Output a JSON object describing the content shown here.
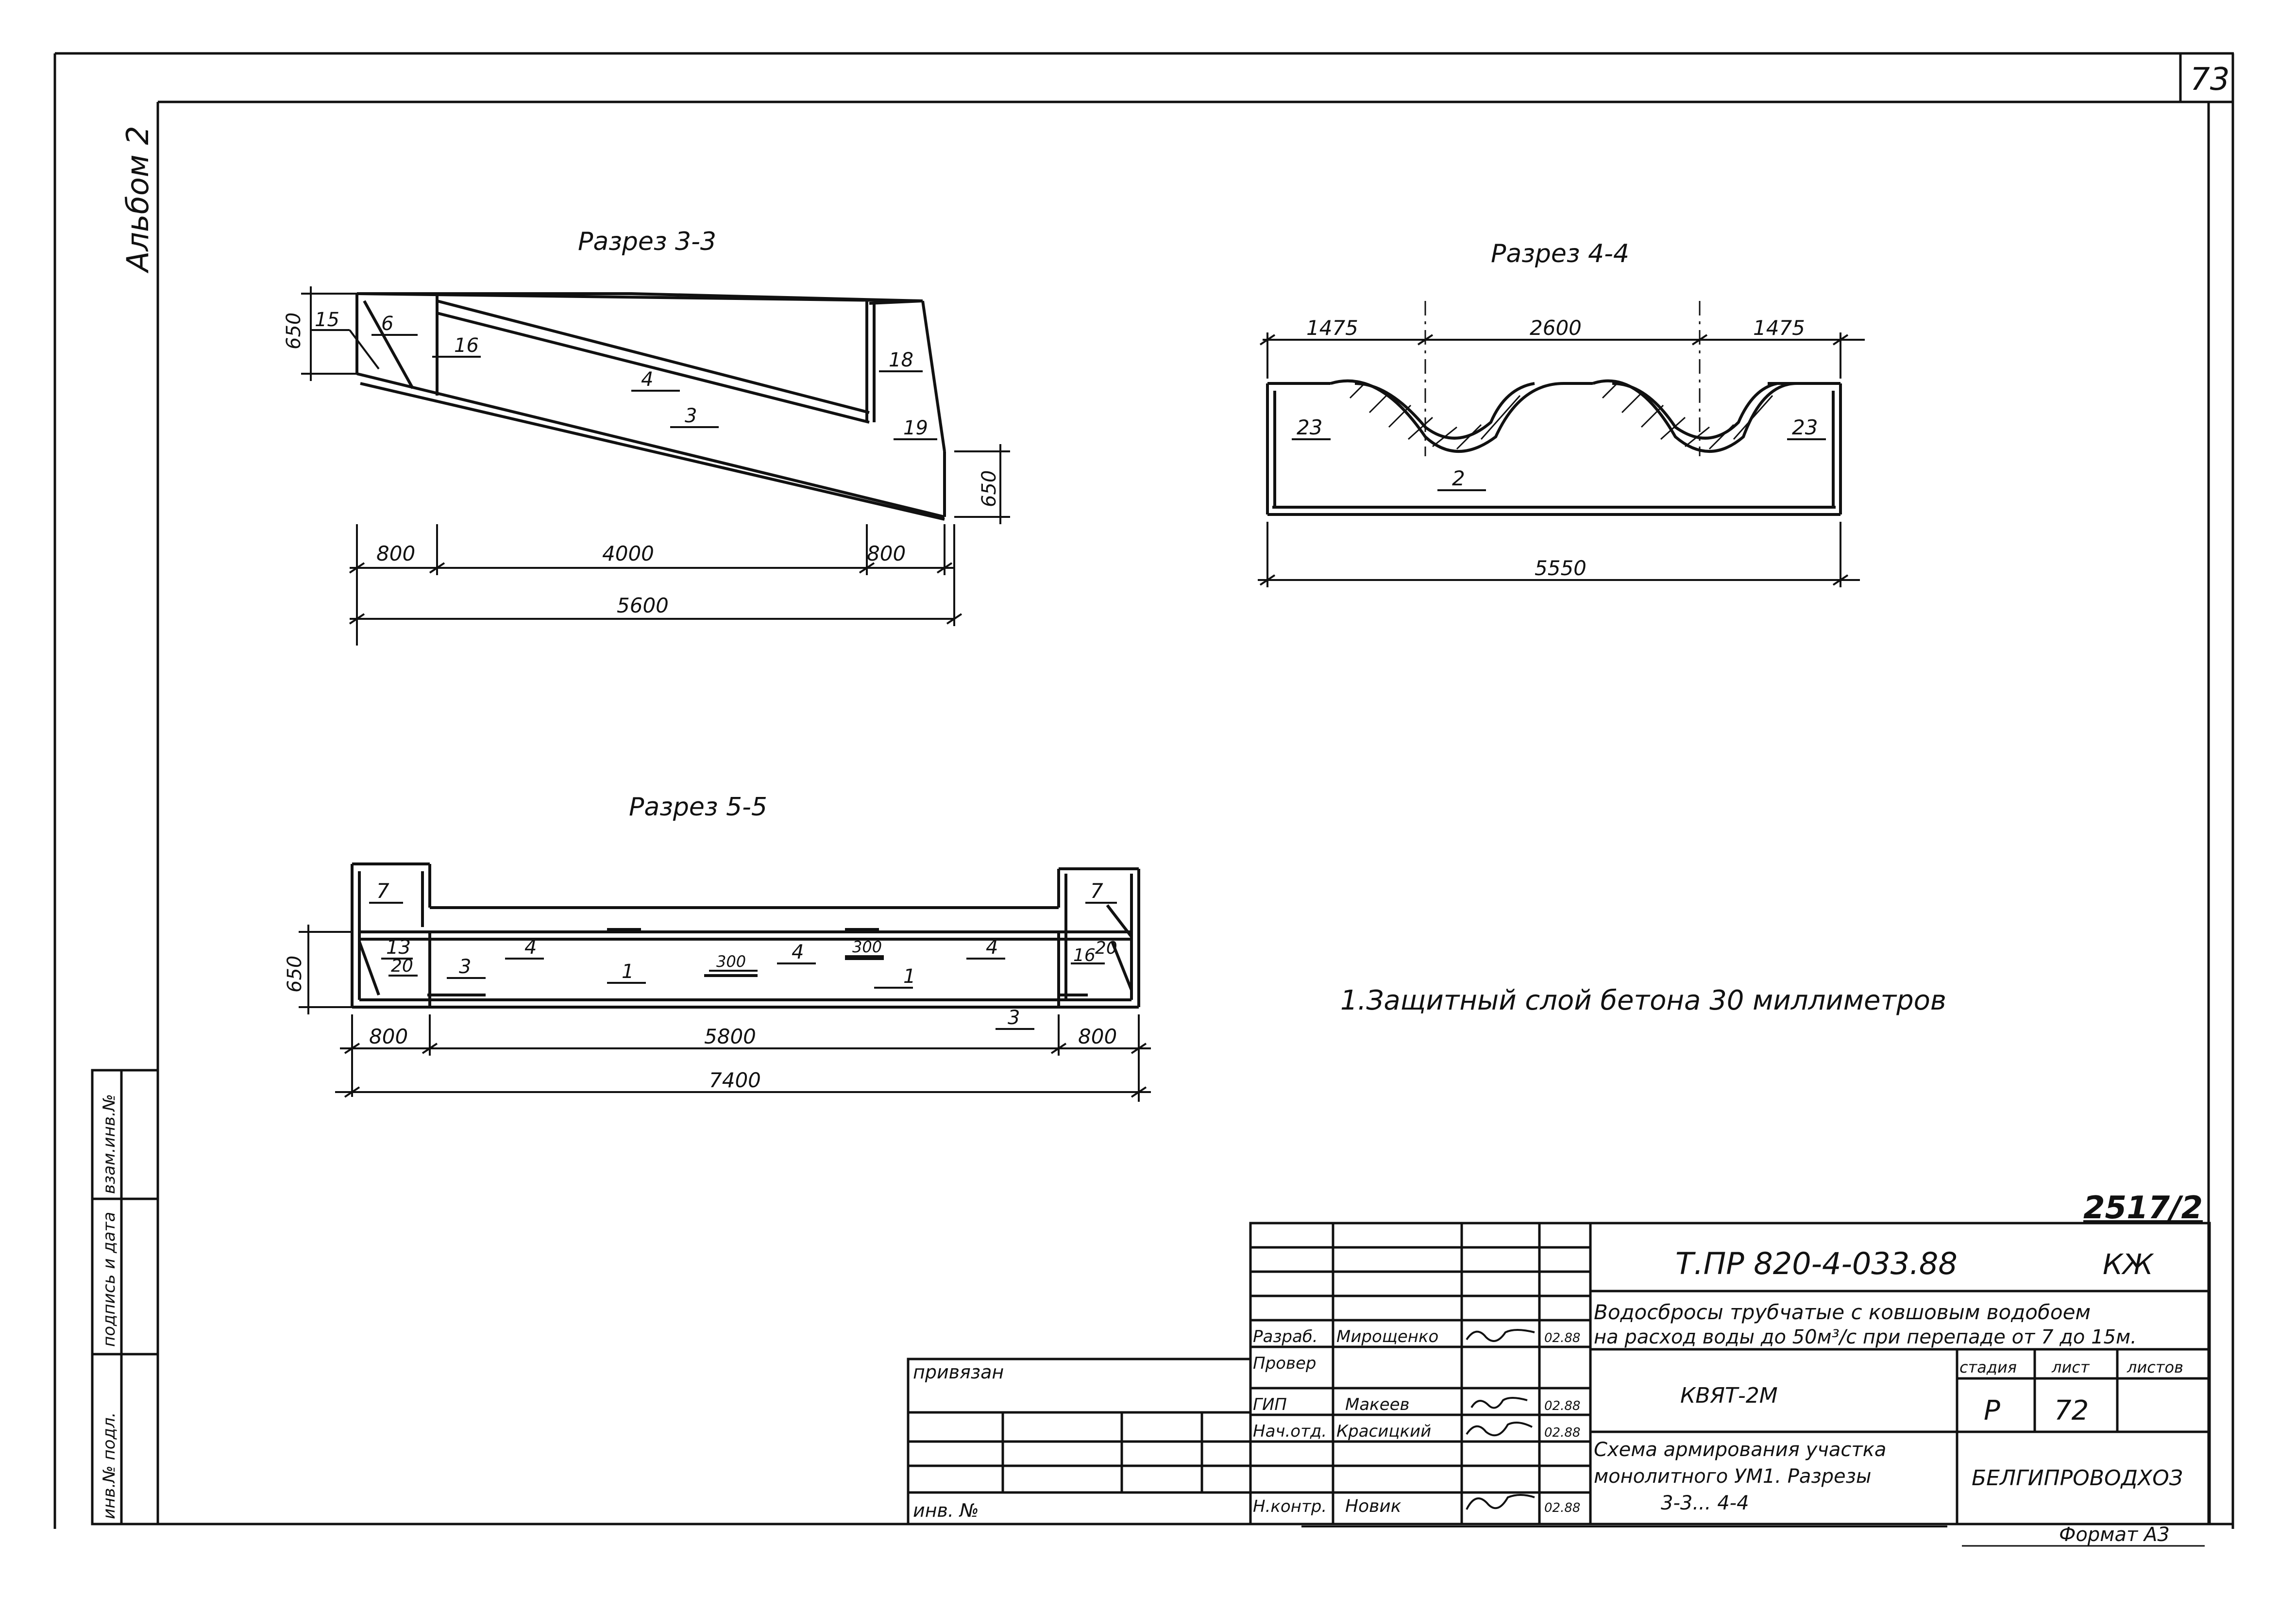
{
  "sheet_corner_number": "73",
  "side_album_label": "Альбом 2",
  "sections": {
    "s33": {
      "title": "Разрез 3-3",
      "dims": {
        "left_height": "650",
        "right_height": "650",
        "seg1": "800",
        "seg2": "4000",
        "seg3": "800",
        "total": "5600"
      },
      "marks": [
        "15",
        "6",
        "16",
        "4",
        "3",
        "18",
        "19"
      ]
    },
    "s44": {
      "title": "Разрез 4-4",
      "dims": {
        "seg1": "1475",
        "seg2": "2600",
        "seg3": "1475",
        "total": "5550"
      },
      "marks": [
        "23",
        "2",
        "23"
      ]
    },
    "s55": {
      "title": "Разрез 5-5",
      "dims": {
        "left_height": "650",
        "seg1": "800",
        "seg2": "5800",
        "seg3": "800",
        "total": "7400",
        "small1": "300",
        "small2": "300"
      },
      "marks": [
        "7",
        "7",
        "13",
        "20",
        "3",
        "4",
        "1",
        "4",
        "1",
        "4",
        "16",
        "20",
        "3"
      ]
    }
  },
  "note": "1.Защитный слой бетона 30 миллиметров",
  "stamp": {
    "order_number": "2517/2",
    "doc_code": "Т.ПР 820-4-033.88",
    "doc_mark": "КЖ",
    "project_title_line1": "Водосбросы трубчатые с ковшовым водобоем",
    "project_title_line2": "на расход воды до 50м³/с при перепаде от 7 до 15м.",
    "object": "КВЯТ-2М",
    "col_stage": "стадия",
    "col_sheet": "лист",
    "col_sheets": "листов",
    "stage": "Р",
    "sheet": "72",
    "drawing_title_line1": "Схема армирования участка",
    "drawing_title_line2": "монолитного УМ1. Разрезы",
    "drawing_title_line3": "3-3... 4-4",
    "organization": "БЕЛГИПРОВОДХОЗ",
    "tied_label": "привязан",
    "inv_label": "инв. №",
    "format": "Формат А3",
    "roles": [
      {
        "role": "Разраб.",
        "name": "Мирощенко",
        "date": "02.88"
      },
      {
        "role": "Провер",
        "name": "",
        "date": ""
      },
      {
        "role": "ГИП",
        "name": "Макеев",
        "date": "02.88"
      },
      {
        "role": "Нач.отд.",
        "name": "Красицкий",
        "date": "02.88"
      },
      {
        "role": "Н.контр.",
        "name": "Новик",
        "date": "02.88"
      }
    ]
  },
  "side_stamp": {
    "inv_orig": "инв.№ подл.",
    "sign_date": "подпись и дата",
    "replace_inv": "взам.инв.№"
  }
}
